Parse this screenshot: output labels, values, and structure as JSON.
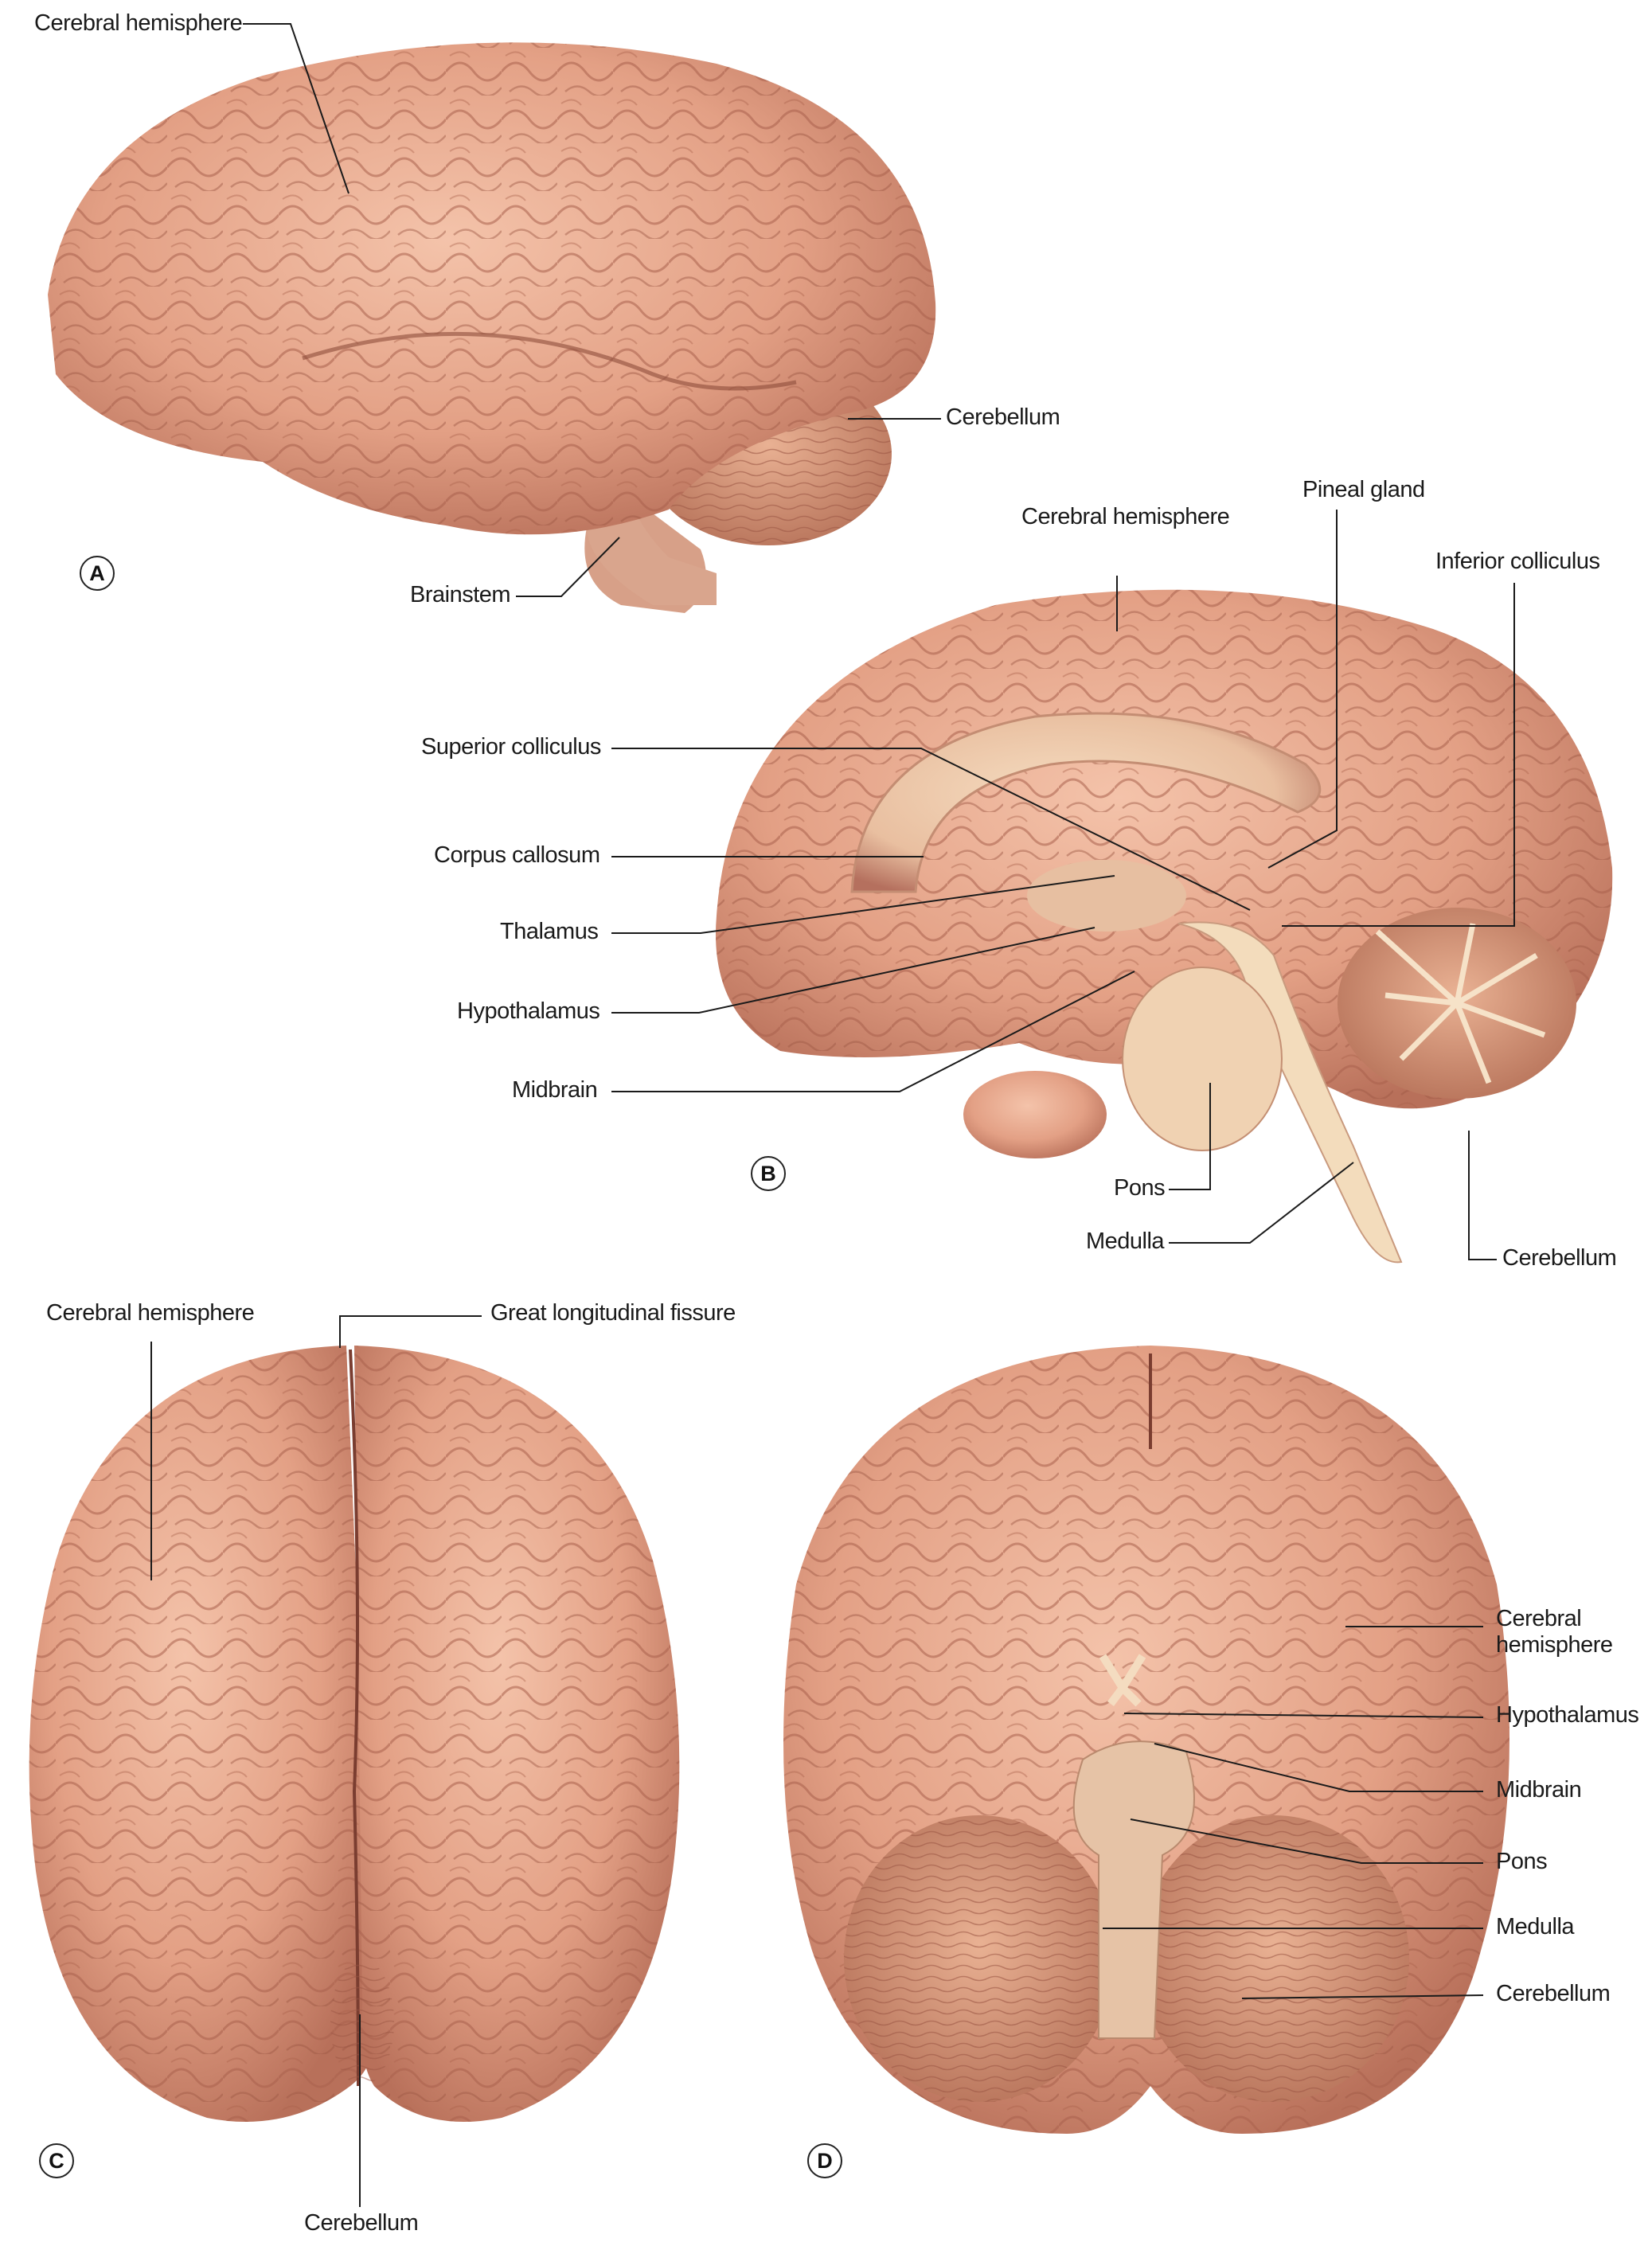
{
  "figure": {
    "panels": [
      {
        "id": "A",
        "view": "lateral",
        "labels": [
          "Cerebral hemisphere",
          "Cerebellum",
          "Brainstem"
        ]
      },
      {
        "id": "B",
        "view": "midsagittal",
        "labels": [
          "Cerebral hemisphere",
          "Pineal gland",
          "Inferior colliculus",
          "Superior colliculus",
          "Corpus callosum",
          "Thalamus",
          "Hypothalamus",
          "Midbrain",
          "Pons",
          "Medulla",
          "Cerebellum"
        ]
      },
      {
        "id": "C",
        "view": "superior",
        "labels": [
          "Cerebral hemisphere",
          "Great longitudinal fissure",
          "Cerebellum"
        ]
      },
      {
        "id": "D",
        "view": "inferior",
        "labels": [
          "Cerebral hemisphere",
          "Hypothalamus",
          "Midbrain",
          "Pons",
          "Medulla",
          "Cerebellum"
        ]
      }
    ]
  },
  "panelA": {
    "badge": "A",
    "cerebral_hemisphere": "Cerebral hemisphere",
    "cerebellum": "Cerebellum",
    "brainstem": "Brainstem"
  },
  "panelB": {
    "badge": "B",
    "cerebral_hemisphere": "Cerebral hemisphere",
    "pineal_gland": "Pineal gland",
    "inferior_colliculus": "Inferior colliculus",
    "superior_colliculus": "Superior colliculus",
    "corpus_callosum": "Corpus callosum",
    "thalamus": "Thalamus",
    "hypothalamus": "Hypothalamus",
    "midbrain": "Midbrain",
    "pons": "Pons",
    "medulla": "Medulla",
    "cerebellum": "Cerebellum"
  },
  "panelC": {
    "badge": "C",
    "cerebral_hemisphere": "Cerebral hemisphere",
    "great_longitudinal_fissure": "Great longitudinal fissure",
    "cerebellum": "Cerebellum"
  },
  "panelD": {
    "badge": "D",
    "cerebral_hemisphere_line1": "Cerebral",
    "cerebral_hemisphere_line2": "hemisphere",
    "hypothalamus": "Hypothalamus",
    "midbrain": "Midbrain",
    "pons": "Pons",
    "medulla": "Medulla",
    "cerebellum": "Cerebellum"
  },
  "colors": {
    "tissue": "#e8a488",
    "tissue_dark": "#b8705a",
    "tissue_light": "#f3c4ac",
    "cut_surface": "#f2d2b4",
    "white_matter": "#f6e2c8",
    "leader_line": "#1a1a1a",
    "background": "#ffffff"
  }
}
